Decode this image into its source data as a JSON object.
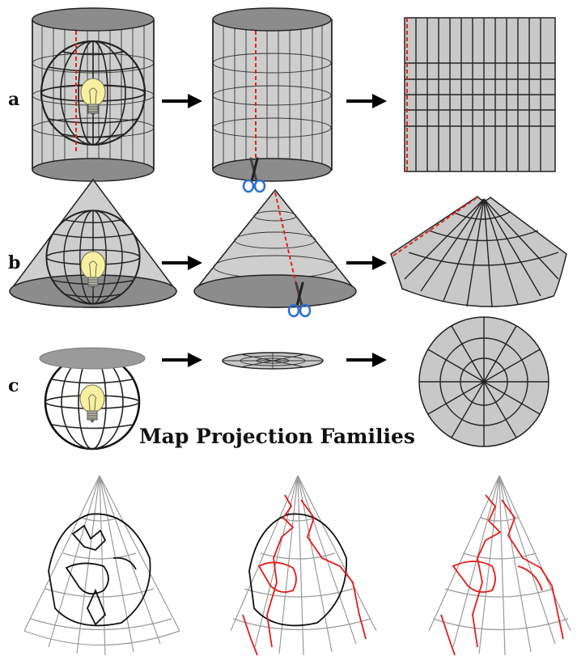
{
  "figure": {
    "title": "Map Projection Families",
    "rows": [
      {
        "label": "a",
        "type": "cylindrical"
      },
      {
        "label": "b",
        "type": "conic"
      },
      {
        "label": "c",
        "type": "planar"
      }
    ]
  },
  "colors": {
    "surface": "#c8c8c8",
    "surface_dark": "#8c8c8c",
    "cut_line": "#e0251b",
    "coastline_red": "#e41b17",
    "coastline_black": "#111111",
    "bulb": "#f7f0a0",
    "scissors_handle": "#2a6fd6"
  },
  "icons": [
    "lightbulb-icon",
    "scissors-icon",
    "arrow-right-icon"
  ]
}
